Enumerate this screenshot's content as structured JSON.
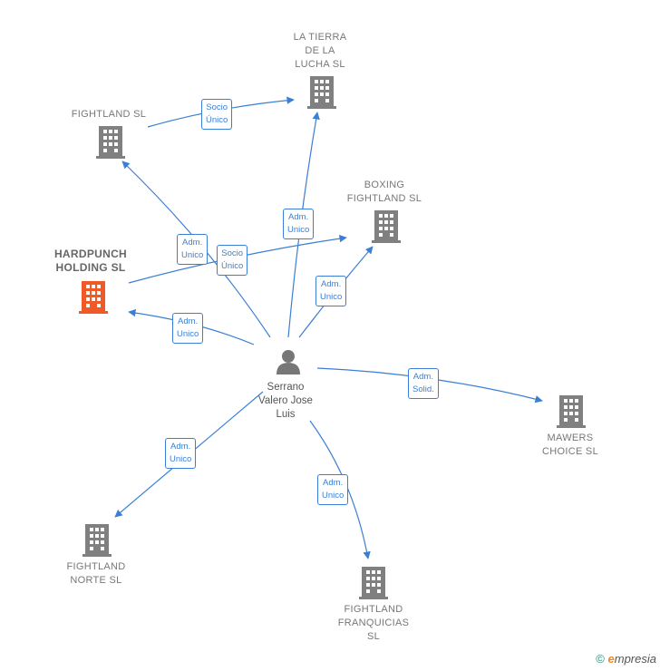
{
  "colors": {
    "edge": "#3a7fd5",
    "company_icon": "#808080",
    "company_highlight": "#f05a28",
    "person_icon": "#777777"
  },
  "person": {
    "name": "Serrano\nValero Jose\nLuis",
    "icon": "person-icon"
  },
  "companies": [
    {
      "id": "la-tierra",
      "label": "LA TIERRA\nDE LA\nLUCHA  SL",
      "highlight": false
    },
    {
      "id": "fightland",
      "label": "FIGHTLAND  SL",
      "highlight": false
    },
    {
      "id": "boxing",
      "label": "BOXING\nFIGHTLAND  SL",
      "highlight": false
    },
    {
      "id": "hardpunch",
      "label": "HARDPUNCH\nHOLDING  SL",
      "highlight": true
    },
    {
      "id": "mawers",
      "label": "MAWERS\nCHOICE  SL",
      "highlight": false
    },
    {
      "id": "fightland-norte",
      "label": "FIGHTLAND\nNORTE  SL",
      "highlight": false
    },
    {
      "id": "franquicias",
      "label": "FIGHTLAND\nFRANQUICIAS\nSL",
      "highlight": false
    }
  ],
  "relations": [
    {
      "from": "fightland",
      "to": "la-tierra",
      "label": "Socio\nÚnico"
    },
    {
      "from": "person",
      "to": "la-tierra",
      "label": "Adm.\nUnico"
    },
    {
      "from": "person",
      "to": "fightland",
      "label": "Adm.\nUnico"
    },
    {
      "from": "hardpunch",
      "to": "boxing",
      "label": "Socio\nÚnico"
    },
    {
      "from": "person",
      "to": "boxing",
      "label": "Adm.\nUnico"
    },
    {
      "from": "person",
      "to": "hardpunch",
      "label": "Adm.\nUnico"
    },
    {
      "from": "person",
      "to": "mawers",
      "label": "Adm.\nSolid."
    },
    {
      "from": "person",
      "to": "fightland-norte",
      "label": "Adm.\nUnico"
    },
    {
      "from": "person",
      "to": "franquicias",
      "label": "Adm.\nUnico"
    }
  ],
  "footer": {
    "copyright": "©",
    "brand_initial": "e",
    "brand_rest": "mpresia"
  }
}
